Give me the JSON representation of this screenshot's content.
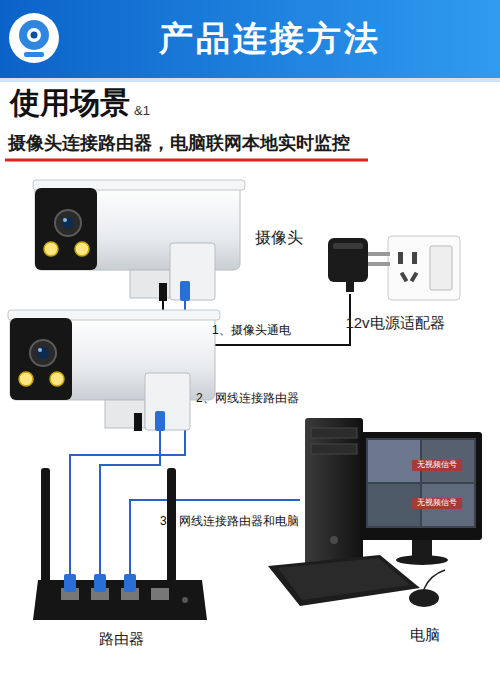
{
  "diagram": {
    "title": "产品连接方法",
    "nodes": [
      {
        "text": [
          "摄像头"
        ]
      },
      {
        "text": [
          "12v电源适配器"
        ]
      },
      {
        "text": [
          "路由器"
        ]
      },
      {
        "text": [
          "电脑"
        ]
      }
    ],
    "edges": [
      {
        "from": 0,
        "to": 1,
        "label": "1、摄像头通电",
        "arrow": "none"
      },
      {
        "from": 0,
        "to": 2,
        "label": "2、网线连接路由器",
        "arrow": "none"
      },
      {
        "from": 2,
        "to": 3,
        "label": "3、网线连接路由器和电脑",
        "arrow": "none"
      }
    ],
    "labels": [
      "使用场景",
      "&1",
      "摄像头连接路由器，电脑联网本地实时监控",
      "无视频信号",
      "无视频信号"
    ]
  }
}
